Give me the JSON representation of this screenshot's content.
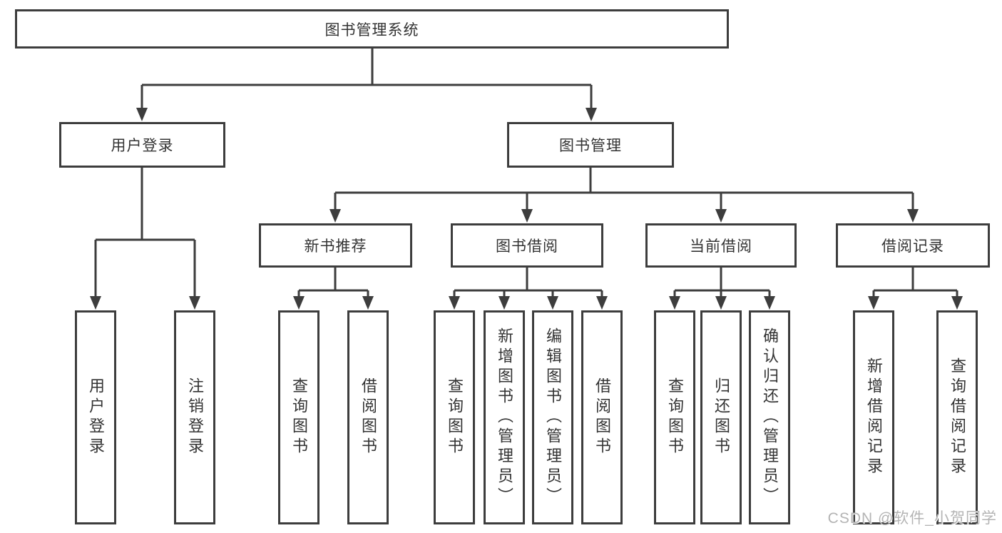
{
  "diagram": {
    "root": {
      "label": "图书管理系统"
    },
    "level2": [
      {
        "label": "用户登录"
      },
      {
        "label": "图书管理"
      }
    ],
    "level3": [
      {
        "label": "新书推荐"
      },
      {
        "label": "图书借阅"
      },
      {
        "label": "当前借阅"
      },
      {
        "label": "借阅记录"
      }
    ],
    "leaves": {
      "user_login": [
        "用户登录",
        "注销登录"
      ],
      "new_book": [
        "查询图书",
        "借阅图书"
      ],
      "book_borrow": [
        "查询图书",
        "新增图书（管理员）",
        "编辑图书（管理员）",
        "借阅图书"
      ],
      "current_borrow": [
        "查询图书",
        "归还图书",
        "确认归还（管理员）"
      ],
      "records": [
        "新增借阅记录",
        "查询借阅记录"
      ]
    }
  },
  "watermark": "CSDN @软件_小贺同学",
  "colors": {
    "line": "#3d3d3d",
    "text": "#333333",
    "background": "#ffffff",
    "watermark": "#b4b4b4"
  }
}
